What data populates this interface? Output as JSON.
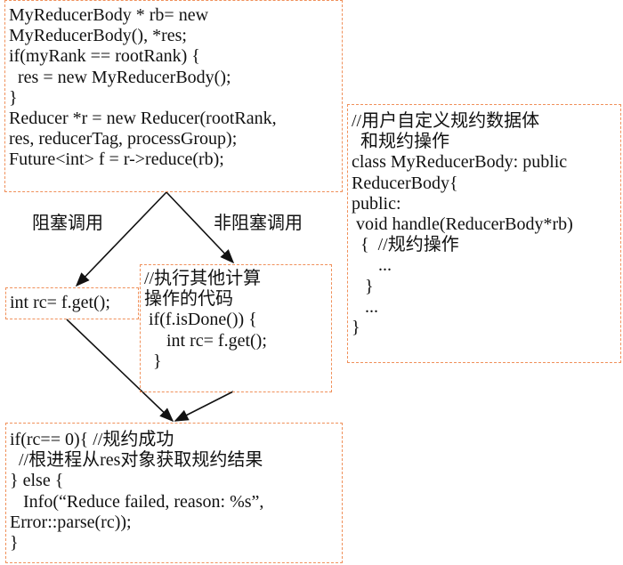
{
  "init_box": {
    "lines": [
      "MyReducerBody * rb= new",
      "MyReducerBody(), *res;",
      "if(myRank == rootRank) {",
      "  res = new MyReducerBody();",
      "}",
      "Reducer *r = new Reducer(rootRank,",
      "res, reducerTag, processGroup);",
      "Future<int> f = r->reduce(rb);"
    ]
  },
  "class_box": {
    "lines": [
      "//用户自定义规约数据体",
      "  和规约操作",
      "class MyReducerBody: public",
      "ReducerBody{",
      "public:",
      " void handle(ReducerBody*rb)",
      "  {  //规约操作",
      "      ...",
      "   }",
      "   ...",
      "}"
    ]
  },
  "blocking_label": "阻塞调用",
  "nonblocking_label": "非阻塞调用",
  "blocking_box": {
    "lines": [
      "int rc= f.get();"
    ]
  },
  "nonblocking_box": {
    "lines": [
      "//执行其他计算",
      "操作的代码",
      " if(f.isDone()) {",
      "     int rc= f.get();",
      "  }"
    ]
  },
  "result_box": {
    "lines": [
      "if(rc== 0){ //规约成功",
      "  //根进程从res对象获取规约结果",
      "} else {",
      "   Info(“Reduce failed, reason: %s”,",
      "Error::parse(rc));",
      "}"
    ]
  },
  "colors": {
    "box_border": "#f0905a",
    "text": "#111111"
  }
}
